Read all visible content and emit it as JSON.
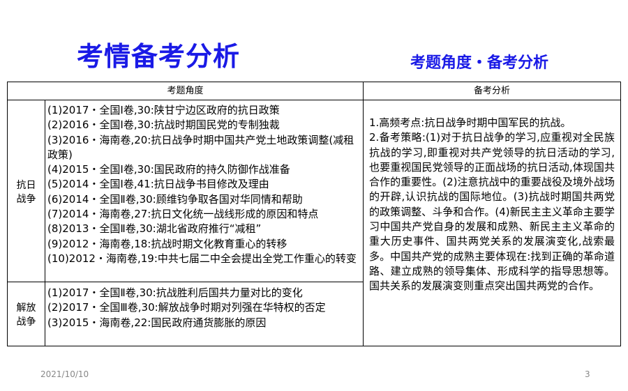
{
  "title": "考情备考分析",
  "subtitle": "考题角度・备考分析",
  "table": {
    "headers": [
      "考题角度",
      "备考分析"
    ],
    "sections": [
      {
        "category": [
          "抗日",
          "战争"
        ],
        "items": [
          "(1)2017・全国Ⅰ卷,30:陕甘宁边区政府的抗日政策",
          "(2)2016・全国Ⅰ卷,30:抗战时期国民党的专制独裁",
          "(3)2016・海南卷,20:抗日战争时期中国共产党土地政策调整(减租政策)",
          "(4)2015・全国Ⅰ卷,30:国民政府的持久防御作战准备",
          "(5)2014・全国Ⅰ卷,41:抗日战争书目修改及理由",
          "(6)2014・全国Ⅱ卷,30:顾维钧争取各国对华同情和帮助",
          "(7)2014・海南卷,27:抗日文化统一战线形成的原因和特点",
          "(8)2013・全国Ⅱ卷,30:湖北省政府推行“减租”",
          "(9)2012・海南卷,18:抗战时期文化教育重心的转移",
          "(10)2012・海南卷,19:中共七届二中全会提出全党工作重心的转变"
        ]
      },
      {
        "category": [
          "解放",
          "战争"
        ],
        "items": [
          "(1)2017・全国Ⅱ卷,30:抗战胜利后国共力量对比的变化",
          "(2)2017・全国Ⅲ卷,30:解放战争时期对列强在华特权的否定",
          "(3)2015・海南卷,22:国民政府通货膨胀的原因"
        ]
      }
    ],
    "analysis": [
      "1.高频考点:抗日战争时期中国军民的抗战。",
      "2.备考策略:(1)对于抗日战争的学习,应重视对全民族抗战的学习,即重视对共产党领导的抗日活动的学习,也要重视国民党领导的正面战场的抗日活动,体现国共合作的重要性。(2)注意抗战中的重要战役及境外战场的开辟,认识抗战的国际地位。(3)抗战时期国共两党的政策调整、斗争和合作。(4)新民主主义革命主要学习中国共产党自身的发展和成熟、新民主主义革命的重大历史事件、国共两党关系的发展演变化,战索最多。中国共产党的成熟主要体现在:找到正确的革命道路、建立成熟的领导集体、形成科学的指导思想等。国共关系的发展演变则重点突出国共两党的合作。"
    ]
  },
  "footer": {
    "date": "2021/10/10",
    "page": "3"
  }
}
